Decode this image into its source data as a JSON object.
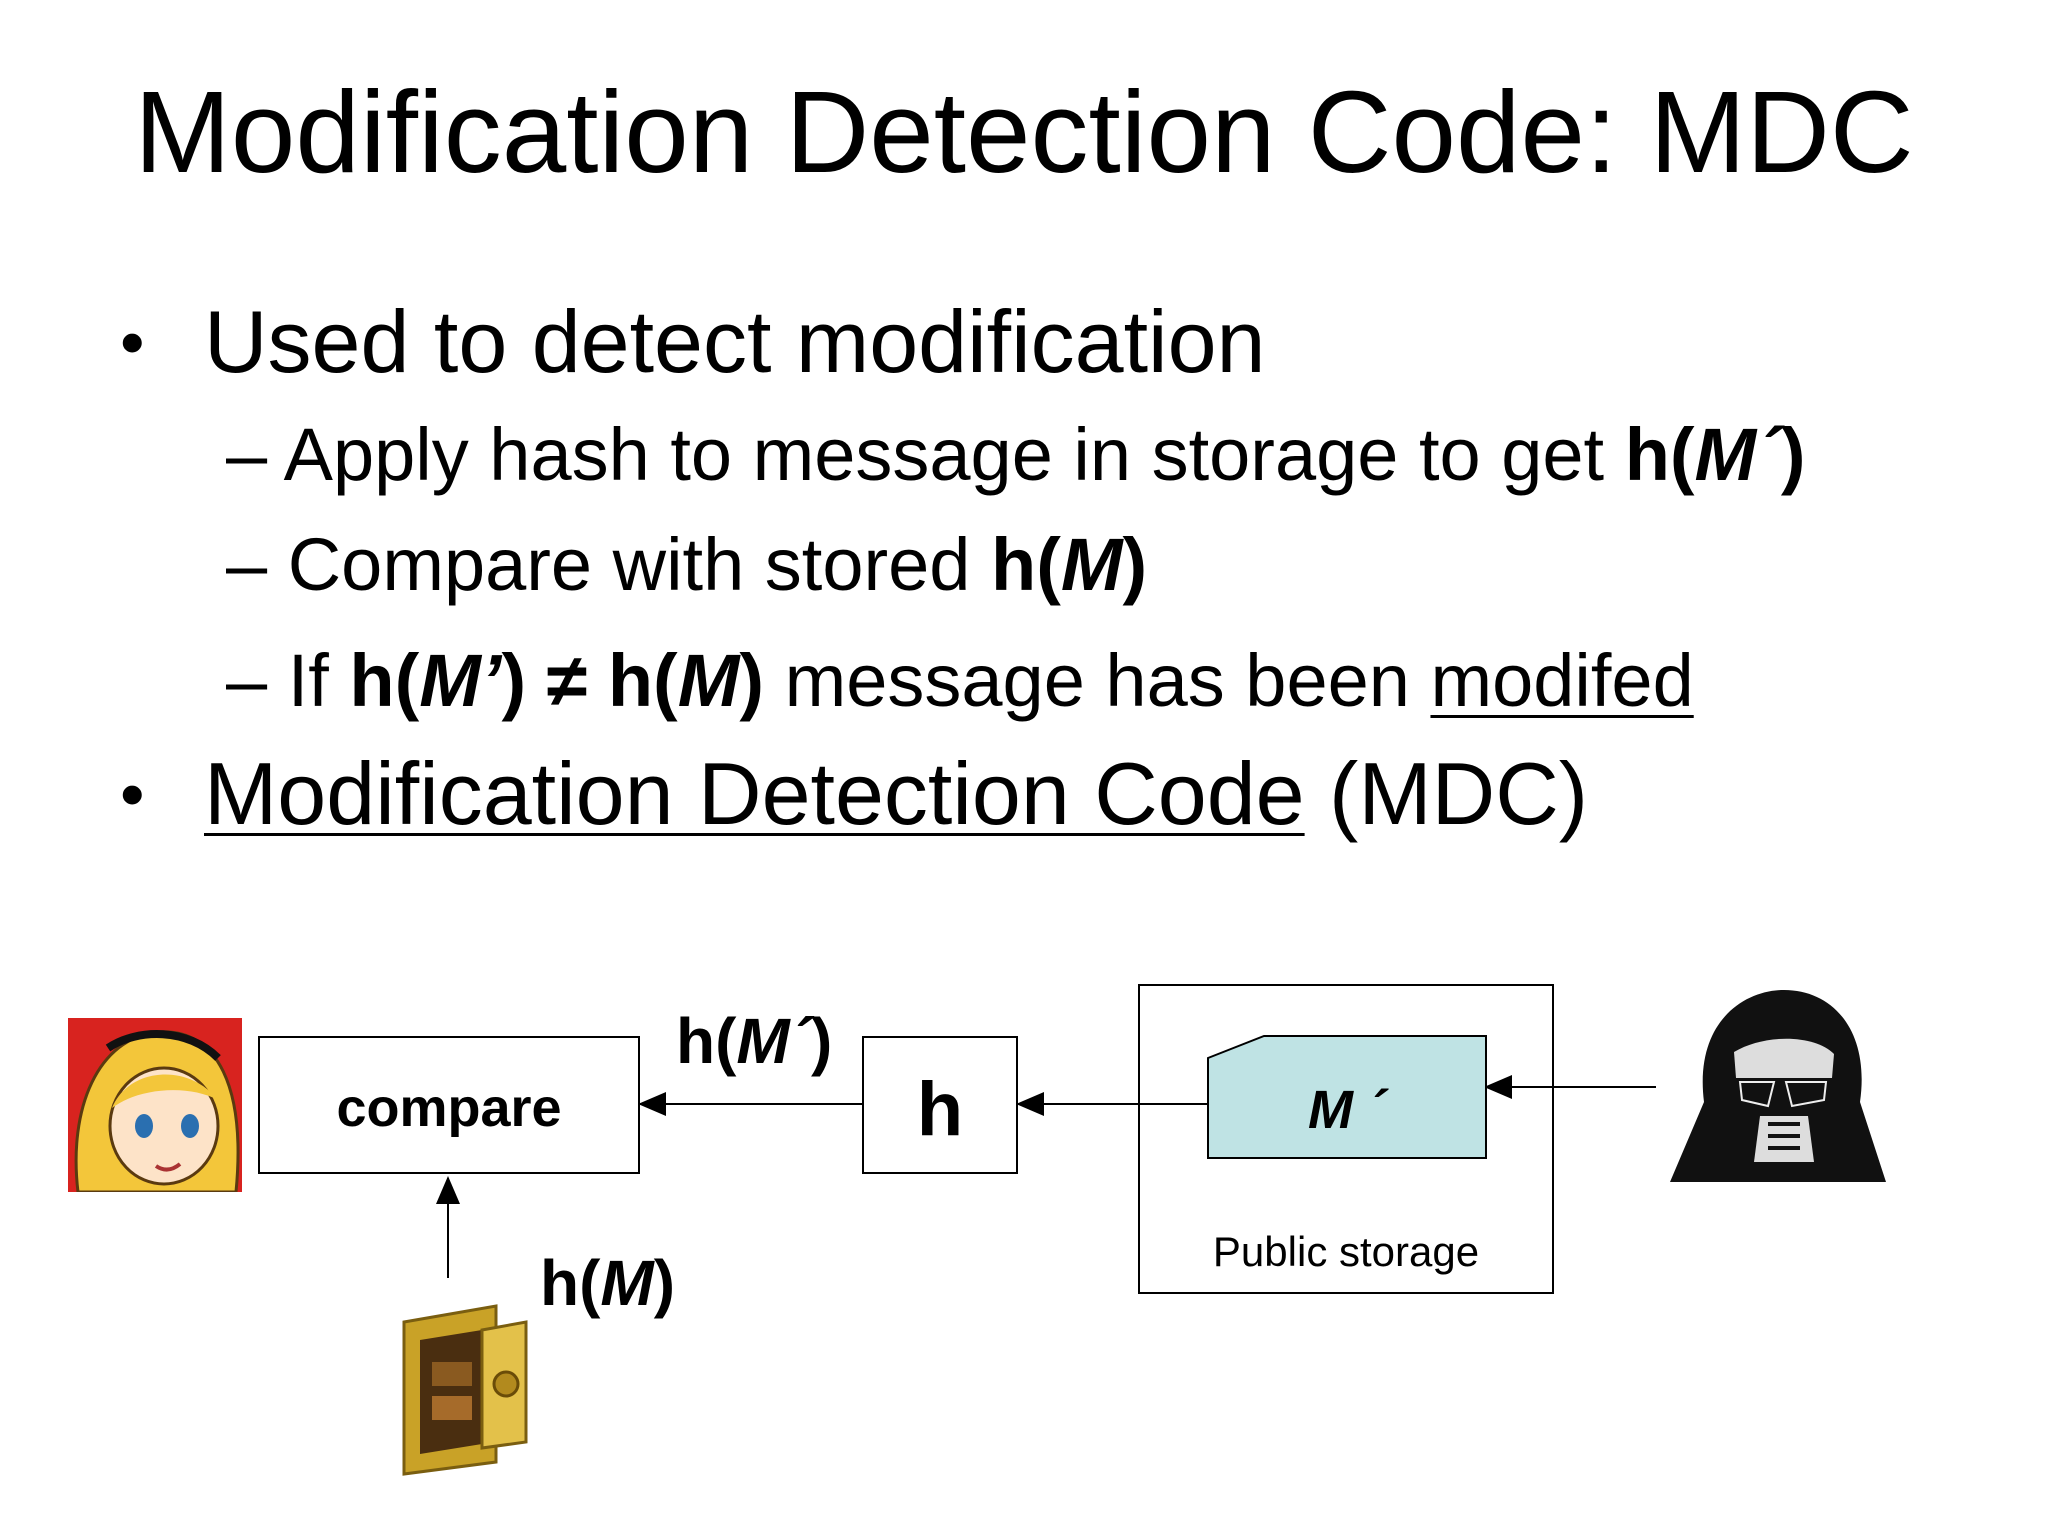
{
  "slide": {
    "title": "Modification Detection Code: MDC",
    "bullets": {
      "b1": "Used to detect modification",
      "s1": {
        "dash": "– ",
        "text": "Apply hash to message in storage to get ",
        "hash": "h(",
        "var": "M´",
        "close": ")"
      },
      "s2": {
        "dash": "– ",
        "text": "Compare with stored ",
        "hash": "h(",
        "var": "M",
        "close": ")"
      },
      "s3": {
        "dash": "– ",
        "if": "If ",
        "h1": "h(",
        "v1": "M’",
        "c1": ")",
        "neq": " ≠ ",
        "h2": "h(",
        "v2": "M",
        "c2": ")",
        "rest": " message has been ",
        "emph": "modifed"
      },
      "b2": {
        "underlined": "Modification Detection Code",
        "rest": " (MDC)"
      }
    }
  },
  "diagram": {
    "compare_label": "compare",
    "h_label": "h",
    "message_label": "M ´",
    "storage_label": "Public storage",
    "hmprime": {
      "h": "h(",
      "m": "M´",
      "c": ")"
    },
    "hm": {
      "h": "h(",
      "m": "M",
      "c": ")"
    },
    "colors": {
      "message_fill": "#bfe3e4",
      "alice_bg": "#d8231f",
      "alice_hair": "#f3c63a",
      "safe_gold": "#c9a227"
    },
    "icons": [
      "alice-icon",
      "safe-icon",
      "darth-vader-icon"
    ]
  }
}
